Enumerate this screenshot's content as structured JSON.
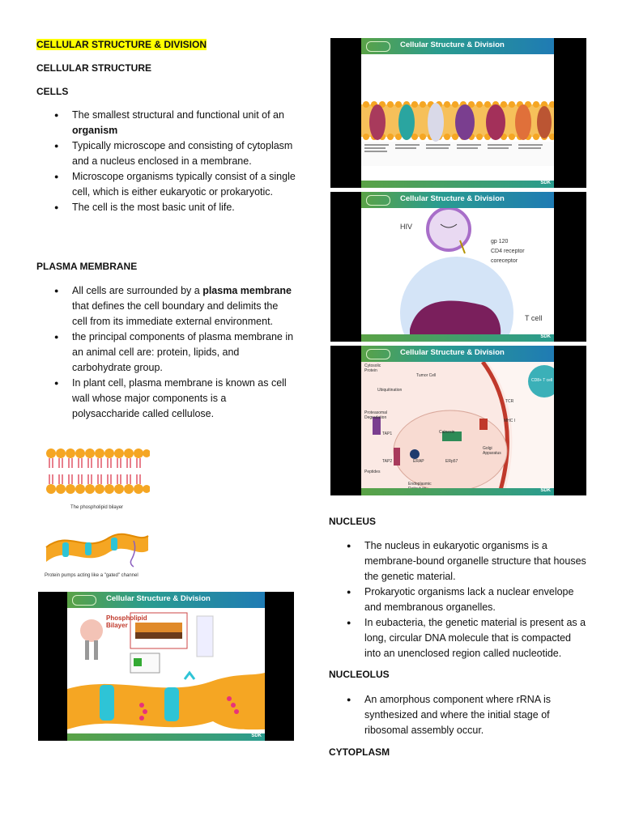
{
  "left": {
    "title": "CELLULAR STRUCTURE & DIVISION",
    "section": "CELLULAR STRUCTURE",
    "cells": {
      "heading": "CELLS",
      "b1_pre": "The smallest structural and functional unit of an ",
      "b1_bold": "organism",
      "b2": "Typically microscope and consisting of cytoplasm and a nucleus enclosed in a membrane.",
      "b3": "Microscope organisms typically consist of a single cell, which is either eukaryotic or prokaryotic.",
      "b4": "The cell is the most basic unit of life."
    },
    "plasma": {
      "heading": "PLASMA MEMBRANE",
      "b1_pre": "All cells are surrounded by a ",
      "b1_bold": "plasma membrane",
      "b1_post": " that defines the cell boundary and delimits the cell from its immediate external environment.",
      "b2": "the principal components of plasma membrane in an animal cell are: protein, lipids, and carbohydrate group.",
      "b3": "In plant cell, plasma membrane is known as cell wall whose major components is a polysaccharide called cellulose."
    },
    "fig1_caption": "The phospholipid bilayer",
    "fig2_caption": "Protein pumps acting like a \"gated\" channel"
  },
  "slides": {
    "title": "Cellular Structure & Division",
    "footer": "SDK",
    "s4_label1": "Phospholipid",
    "s4_label2": "Bilayer",
    "s2_hiv": "HIV",
    "s2_gp": "gp 120",
    "s2_cd4": "CD4 receptor",
    "s2_co": "coreceptor",
    "s2_tcell": "T cell",
    "s3_tumor": "Tumor Cell",
    "s3_cyto": "Cytosolic Protein",
    "s3_ubiq": "Ubiquitination",
    "s3_prot": "Proteasomal Degradation",
    "s3_pept": "Peptides",
    "s3_er": "Endoplasmic Reticulum",
    "s3_golgi": "Golgi Apparatus",
    "s3_tcr": "TCR",
    "s3_mhc": "MHC I",
    "s3_cd8": "CD8+ T cell",
    "s3_calnexin": "Calnexin",
    "s3_erap": "ERAP",
    "s3_tap1": "TAP1",
    "s3_tap2": "TAP2",
    "s3_erp57": "ERp57"
  },
  "right": {
    "nucleus": {
      "heading": "NUCLEUS",
      "b1": "The nucleus in eukaryotic organisms is a membrane-bound organelle structure that houses the genetic material.",
      "b2": "Prokaryotic organisms lack a nuclear envelope and membranous organelles.",
      "b3": "In eubacteria, the genetic material is present as a long, circular DNA molecule that is compacted into an unenclosed region called nucleotide."
    },
    "nucleolus": {
      "heading": "NUCLEOLUS",
      "b1": "An amorphous component where rRNA is synthesized and where the initial stage of ribosomal assembly occur."
    },
    "cytoplasm": {
      "heading": "CYTOPLASM"
    }
  }
}
